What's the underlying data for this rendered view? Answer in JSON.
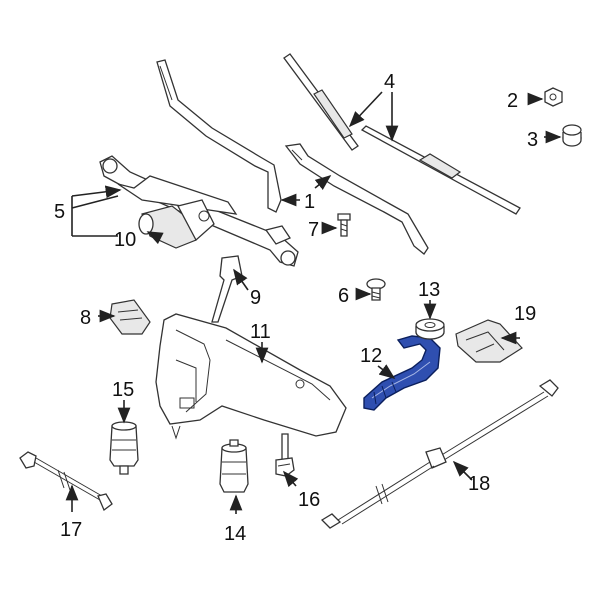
{
  "colors": {
    "highlight": "#2f4fb0",
    "highlight_edge": "#0b1f5c",
    "outline": "#333333",
    "background": "#ffffff"
  },
  "callouts": [
    "1",
    "2",
    "3",
    "4",
    "5",
    "6",
    "7",
    "8",
    "9",
    "10",
    "11",
    "12",
    "13",
    "14",
    "15",
    "16",
    "17",
    "18",
    "19"
  ]
}
